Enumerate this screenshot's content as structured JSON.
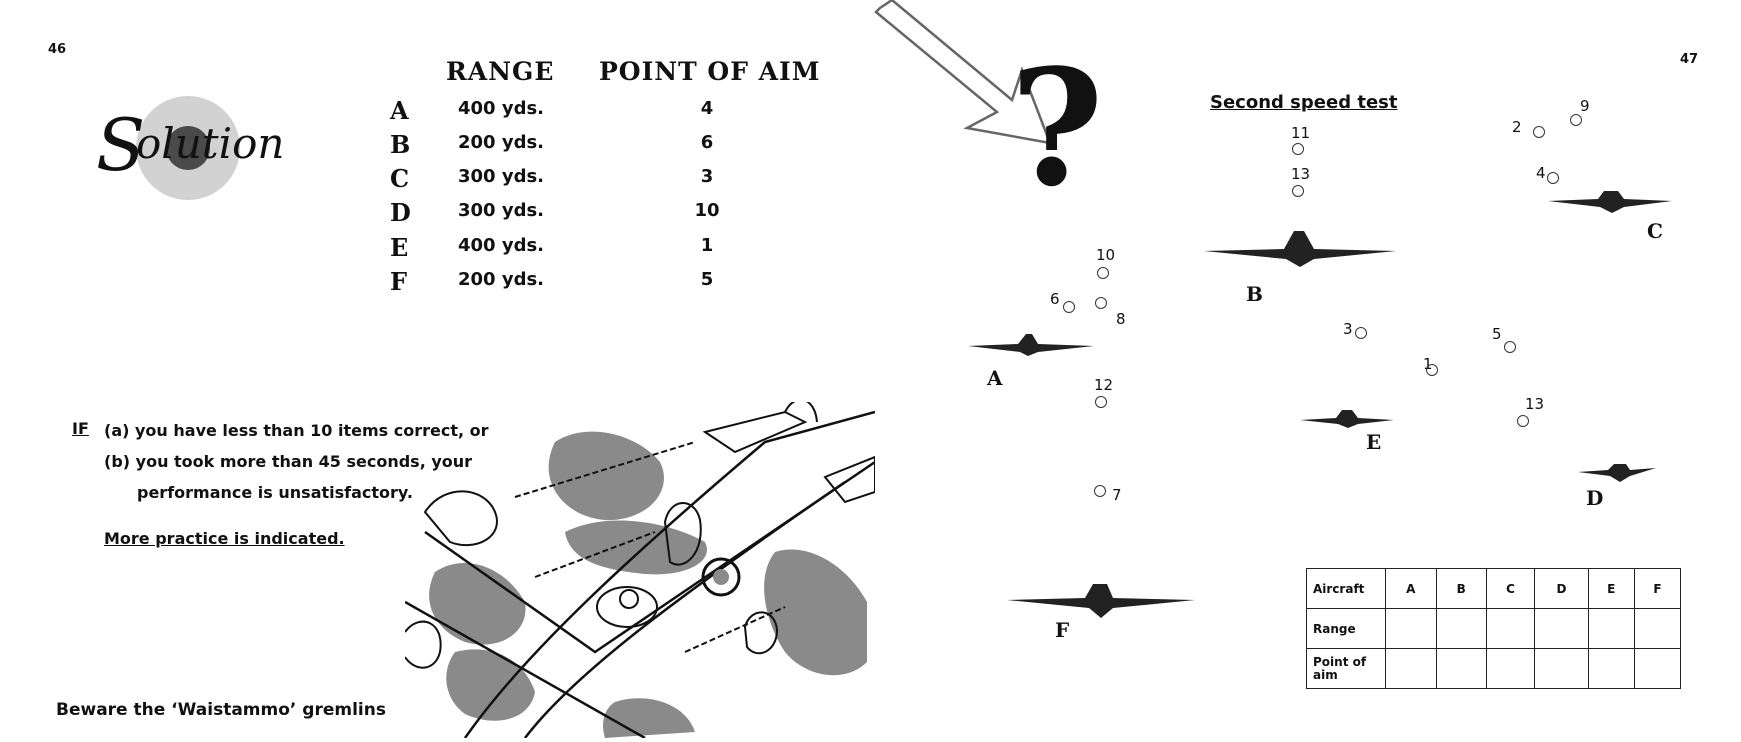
{
  "left_page": {
    "page_number": "46",
    "logo_text": "Solution",
    "table": {
      "headers": {
        "range": "RANGE",
        "aim": "POINT OF AIM"
      },
      "rows": [
        {
          "letter": "A",
          "range": "400 yds.",
          "aim": "4"
        },
        {
          "letter": "B",
          "range": "200 yds.",
          "aim": "6"
        },
        {
          "letter": "C",
          "range": "300 yds.",
          "aim": "3"
        },
        {
          "letter": "D",
          "range": "300 yds.",
          "aim": "10"
        },
        {
          "letter": "E",
          "range": "400 yds.",
          "aim": "1"
        },
        {
          "letter": "F",
          "range": "200 yds.",
          "aim": "5"
        }
      ]
    },
    "note": {
      "if": "IF",
      "line_a": "(a) you have less than 10 items correct, or",
      "line_b": "(b) you took more than 45 seconds, your",
      "line_c": "performance is unsatisfactory.",
      "practice": "More practice is indicated."
    },
    "caption": "Beware the ‘Waistammo’ gremlins",
    "colors": {
      "ink": "#111111",
      "gray": "#8a8a8a",
      "roundel_light": "#d2d2d2"
    }
  },
  "right_page": {
    "page_number": "47",
    "question_mark": "?",
    "title": "Second speed test",
    "points": [
      {
        "label": "1"
      },
      {
        "label": "2"
      },
      {
        "label": "3"
      },
      {
        "label": "4"
      },
      {
        "label": "5"
      },
      {
        "label": "6"
      },
      {
        "label": "7"
      },
      {
        "label": "8"
      },
      {
        "label": "9"
      },
      {
        "label": "10"
      },
      {
        "label": "11"
      },
      {
        "label": "12"
      },
      {
        "label": "13"
      },
      {
        "label": "13"
      }
    ],
    "aircraft": [
      "A",
      "B",
      "C",
      "D",
      "E",
      "F"
    ],
    "answer_table": {
      "corner": "Aircraft",
      "columns": [
        "A",
        "B",
        "C",
        "D",
        "E",
        "F"
      ],
      "rows": [
        "Range",
        "Point of aim"
      ]
    }
  }
}
